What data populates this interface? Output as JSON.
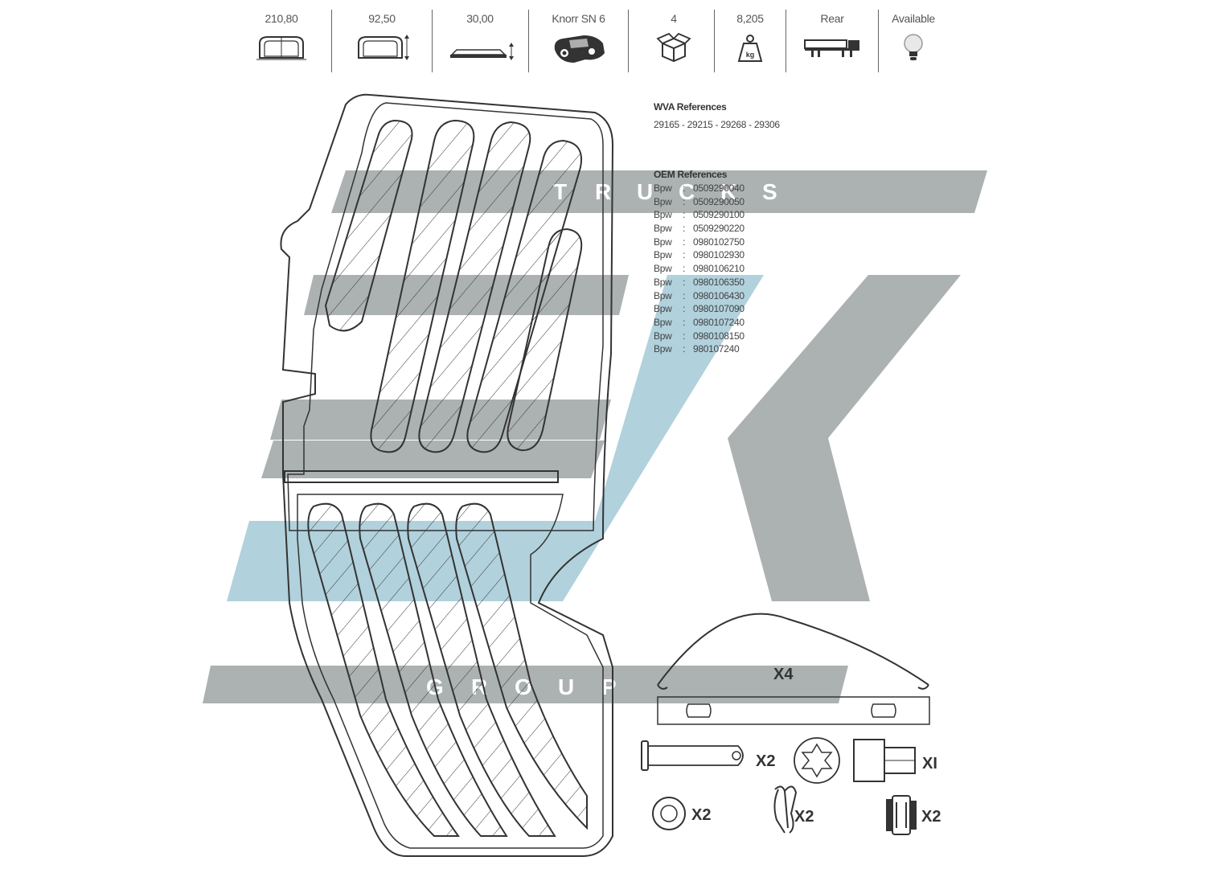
{
  "specs": [
    {
      "value": "210,80",
      "icon": "pad-length-icon"
    },
    {
      "value": "92,50",
      "icon": "pad-height-icon"
    },
    {
      "value": "30,00",
      "icon": "pad-thickness-icon"
    },
    {
      "value": "Knorr SN 6",
      "icon": "caliper-icon"
    },
    {
      "value": "4",
      "icon": "box-icon"
    },
    {
      "value": "8,205",
      "icon": "weight-icon"
    },
    {
      "value": "Rear",
      "icon": "truck-rear-axle-icon"
    },
    {
      "value": "Available",
      "icon": "wear-indicator-bulb-icon"
    }
  ],
  "watermark": {
    "top_word": [
      "T",
      "R",
      "U",
      "C",
      "K",
      "S"
    ],
    "bottom_word": [
      "G",
      "R",
      "O",
      "U",
      "P"
    ],
    "grey": "#9da3a5",
    "blue": "#a9ccd8"
  },
  "wva": {
    "heading": "WVA References",
    "list": "29165 - 29215 - 29268 - 29306"
  },
  "oem": {
    "heading": "OEM References",
    "rows": [
      {
        "brand": "Bpw",
        "sep": ":",
        "number": "0509290040"
      },
      {
        "brand": "Bpw",
        "sep": ":",
        "number": "0509290050"
      },
      {
        "brand": "Bpw",
        "sep": ":",
        "number": "0509290100"
      },
      {
        "brand": "Bpw",
        "sep": ":",
        "number": "0509290220"
      },
      {
        "brand": "Bpw",
        "sep": ":",
        "number": "0980102750"
      },
      {
        "brand": "Bpw",
        "sep": ":",
        "number": "0980102930"
      },
      {
        "brand": "Bpw",
        "sep": ":",
        "number": "0980106210"
      },
      {
        "brand": "Bpw",
        "sep": ":",
        "number": "0980106350"
      },
      {
        "brand": "Bpw",
        "sep": ":",
        "number": "0980106430"
      },
      {
        "brand": "Bpw",
        "sep": ":",
        "number": "0980107090"
      },
      {
        "brand": "Bpw",
        "sep": ":",
        "number": "0980107240"
      },
      {
        "brand": "Bpw",
        "sep": ":",
        "number": "0980108150"
      },
      {
        "brand": "Bpw",
        "sep": ":",
        "number": "980107240"
      }
    ]
  },
  "hardware": [
    {
      "part": "spring-clip",
      "qty": "X4"
    },
    {
      "part": "pin",
      "qty": "X2"
    },
    {
      "part": "sleeve",
      "qty": "XI"
    },
    {
      "part": "washer",
      "qty": "X2"
    },
    {
      "part": "r-clip",
      "qty": "X2"
    },
    {
      "part": "bushing",
      "qty": "X2"
    }
  ]
}
